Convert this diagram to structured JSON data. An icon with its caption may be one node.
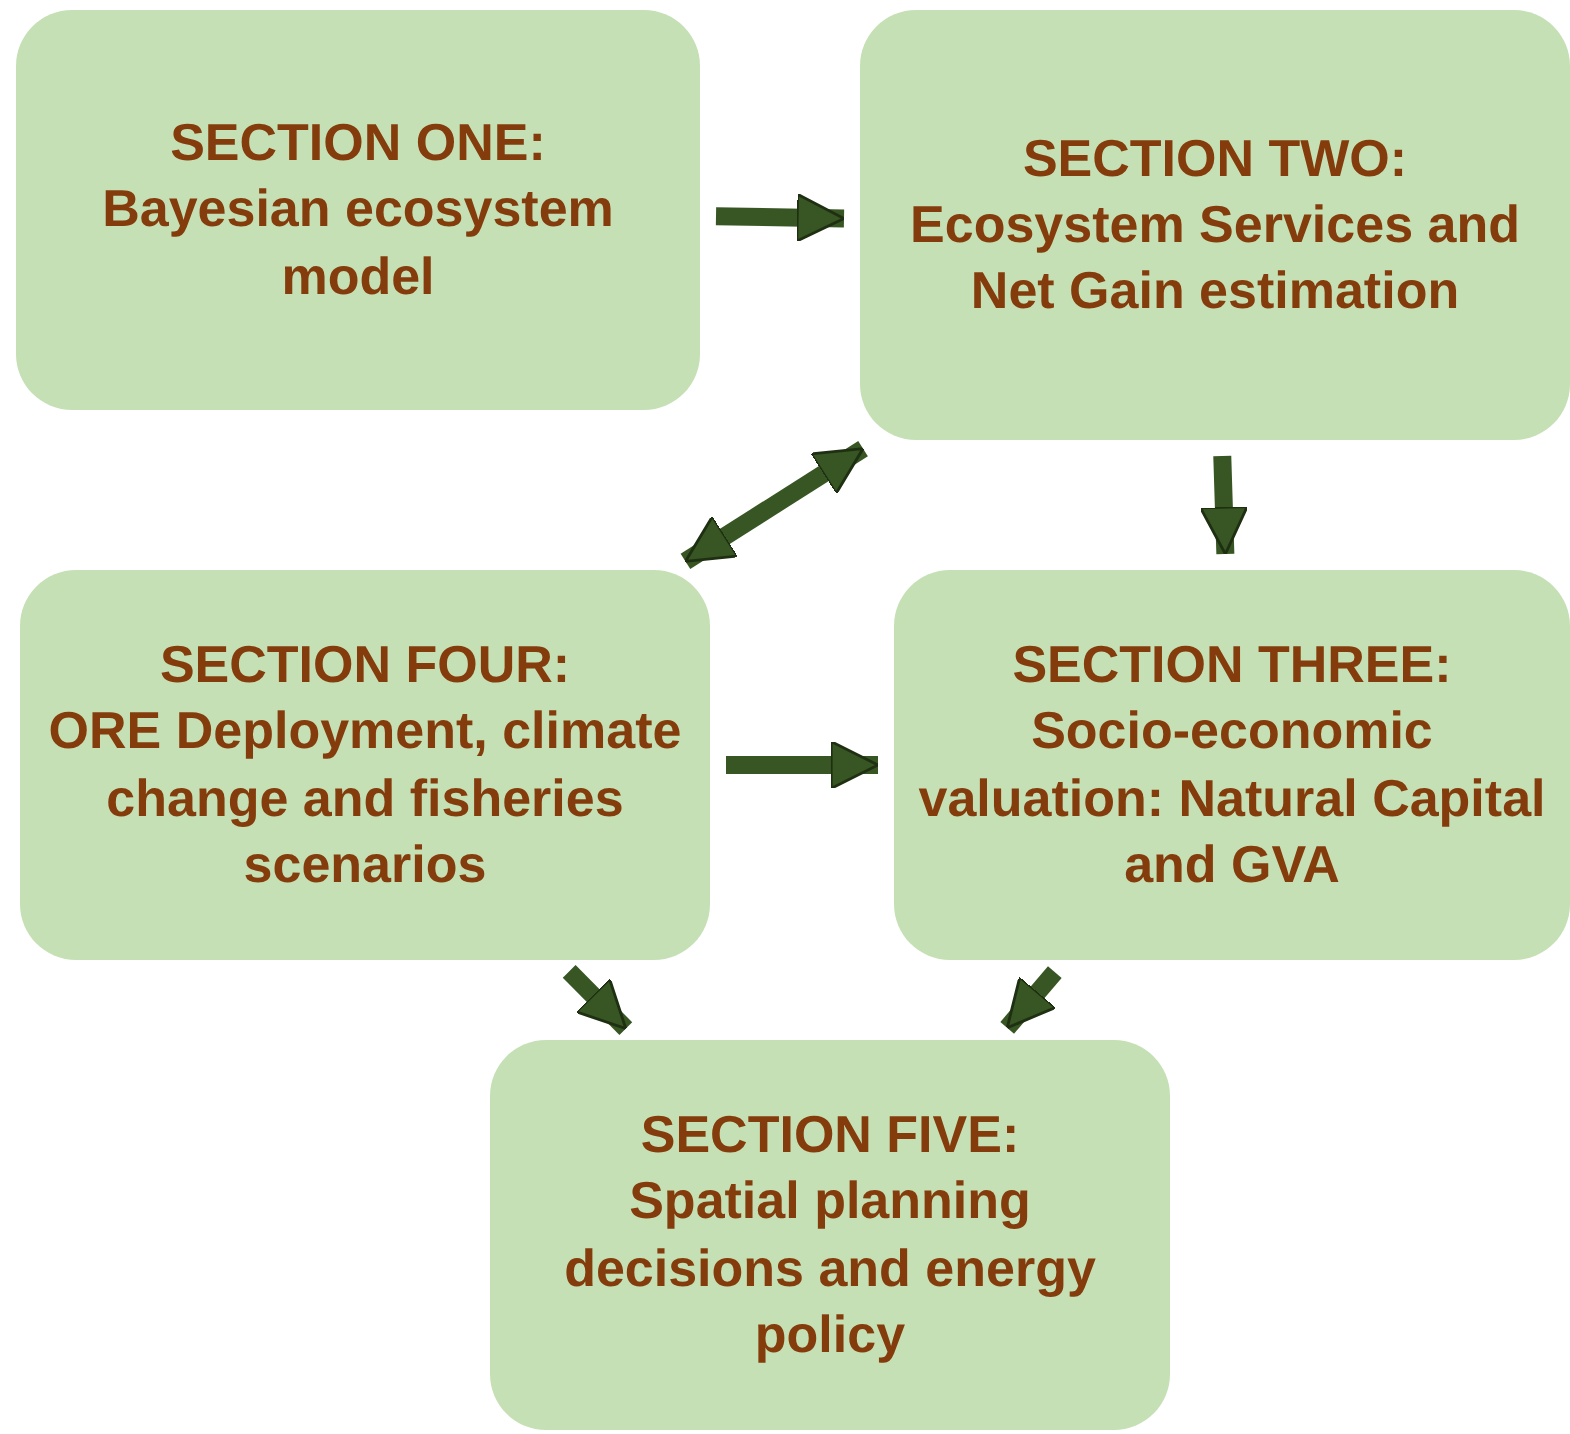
{
  "diagram": {
    "nodes": [
      {
        "text": [
          "SECTION ONE:",
          "Bayesian ecosystem model"
        ]
      },
      {
        "text": [
          "SECTION TWO:",
          "Ecosystem Services and Net Gain estimation"
        ]
      },
      {
        "text": [
          "SECTION FOUR:",
          "ORE Deployment, climate change and fisheries scenarios"
        ]
      },
      {
        "text": [
          "SECTION THREE:",
          "Socio-economic valuation: Natural Capital and GVA"
        ]
      },
      {
        "text": [
          "SECTION FIVE:",
          "Spatial planning decisions and energy policy"
        ]
      }
    ],
    "edges": [
      {
        "from": 0,
        "to": 1,
        "arrow": "to"
      },
      {
        "from": 1,
        "to": 3,
        "arrow": "to"
      },
      {
        "from": 1,
        "to": 2,
        "arrow": "both"
      },
      {
        "from": 2,
        "to": 3,
        "arrow": "to"
      },
      {
        "from": 2,
        "to": 4,
        "arrow": "to"
      },
      {
        "from": 3,
        "to": 4,
        "arrow": "to"
      }
    ]
  }
}
